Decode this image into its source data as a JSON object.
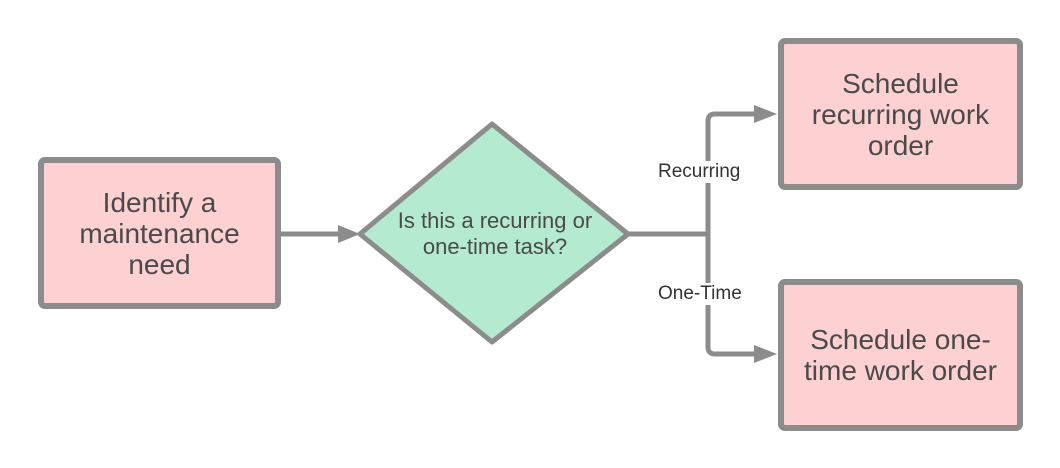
{
  "colors": {
    "process_fill": "#fdd0d2",
    "decision_fill": "#b4ead0",
    "stroke": "#8c8c8c",
    "text": "#4a4a4a"
  },
  "nodes": {
    "identify": {
      "label": "Identify a maintenance need"
    },
    "decision": {
      "label": "Is this a recurring or one-time task?"
    },
    "recurring": {
      "label": "Schedule recurring work order"
    },
    "onetime": {
      "label": "Schedule one-time work order"
    }
  },
  "edges": {
    "recurring_label": "Recurring",
    "onetime_label": "One-Time"
  }
}
